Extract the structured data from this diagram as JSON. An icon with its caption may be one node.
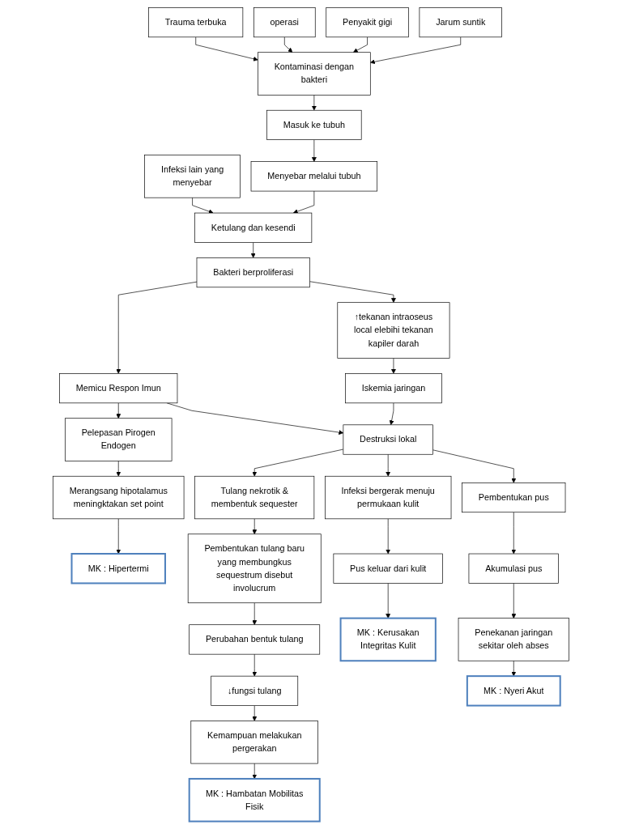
{
  "diagram": {
    "nodes": [
      {
        "text": [
          "Trauma terbuka"
        ]
      },
      {
        "text": [
          "operasi"
        ]
      },
      {
        "text": [
          "Penyakit gigi"
        ]
      },
      {
        "text": [
          "Jarum suntik"
        ]
      },
      {
        "text": [
          "Infeksi lain yang menyebar"
        ]
      },
      {
        "text": [
          "Kontaminasi dengan bakteri"
        ]
      },
      {
        "text": [
          "Pelepasan Pirogen Endogen"
        ]
      },
      {
        "text": [
          "Masuk ke tubuh"
        ]
      },
      {
        "text": [
          "Merangsang hipotalamus meningktakan set point"
        ]
      },
      {
        "text": [
          "Menyebar melalui tubuh"
        ]
      },
      {
        "text": [
          "MK : Hipertermi"
        ]
      },
      {
        "text": [
          "Ketulang dan kesendi"
        ]
      },
      {
        "text": [
          "↑tekanan intraoseus local elebihi tekanan kapiler darah"
        ]
      },
      {
        "text": [
          "Bakteri berproliferasi"
        ]
      },
      {
        "text": [
          "Memicu Respon Imun"
        ]
      },
      {
        "text": [
          "Iskemia jaringan"
        ]
      },
      {
        "text": [
          "Destruksi lokal"
        ]
      },
      {
        "text": [
          "Tulang nekrotik & membentuk sequester"
        ]
      },
      {
        "text": [
          "Infeksi bergerak menuju permukaan kulit"
        ]
      },
      {
        "text": [
          "Pembentukan pus"
        ]
      },
      {
        "text": [
          "Pembentukan tulang baru yang membungkus sequestrum disebut involucrum"
        ]
      },
      {
        "text": [
          "Pus keluar dari kulit"
        ]
      },
      {
        "text": [
          "Akumulasi pus"
        ]
      },
      {
        "text": [
          "Perubahan bentuk tulang"
        ]
      },
      {
        "text": [
          "MK : Kerusakan Integritas Kulit"
        ]
      },
      {
        "text": [
          "Penekanan jaringan sekitar oleh abses"
        ]
      },
      {
        "text": [
          "↓fungsi tulang"
        ]
      },
      {
        "text": [
          "MK : Nyeri Akut"
        ]
      },
      {
        "text": [
          "Kemampuan melakukan pergerakan"
        ]
      },
      {
        "text": [
          "MK : Hambatan Mobilitas Fisik"
        ]
      }
    ],
    "edges": [
      {
        "from": 0,
        "to": 5,
        "arrow": "to"
      },
      {
        "from": 1,
        "to": 5,
        "arrow": "to"
      },
      {
        "from": 2,
        "to": 5,
        "arrow": "to"
      },
      {
        "from": 3,
        "to": 5,
        "arrow": "to"
      },
      {
        "from": 4,
        "to": 11,
        "arrow": "to"
      },
      {
        "from": 5,
        "to": 7,
        "arrow": "to"
      },
      {
        "from": 7,
        "to": 9,
        "arrow": "to"
      },
      {
        "from": 9,
        "to": 11,
        "arrow": "to"
      },
      {
        "from": 11,
        "to": 13,
        "arrow": "to"
      },
      {
        "from": 13,
        "to": 12,
        "arrow": "to"
      },
      {
        "from": 13,
        "to": 14,
        "arrow": "to"
      },
      {
        "from": 14,
        "to": 6,
        "arrow": "to"
      },
      {
        "from": 6,
        "to": 8,
        "arrow": "to"
      },
      {
        "from": 8,
        "to": 10,
        "arrow": "to"
      },
      {
        "from": 12,
        "to": 15,
        "arrow": "to"
      },
      {
        "from": 14,
        "to": 16,
        "arrow": "to"
      },
      {
        "from": 15,
        "to": 16,
        "arrow": "to"
      },
      {
        "from": 16,
        "to": 18,
        "arrow": "to"
      },
      {
        "from": 16,
        "to": 19,
        "arrow": "to"
      },
      {
        "from": 16,
        "to": 17,
        "arrow": "to"
      },
      {
        "from": 17,
        "to": 20,
        "arrow": "to"
      },
      {
        "from": 20,
        "to": 23,
        "arrow": "to"
      },
      {
        "from": 23,
        "to": 26,
        "arrow": "to"
      },
      {
        "from": 26,
        "to": 28,
        "arrow": "to"
      },
      {
        "from": 28,
        "to": 29,
        "arrow": "to"
      },
      {
        "from": 18,
        "to": 21,
        "arrow": "to"
      },
      {
        "from": 21,
        "to": 24,
        "arrow": "to"
      },
      {
        "from": 19,
        "to": 22,
        "arrow": "to"
      },
      {
        "from": 22,
        "to": 25,
        "arrow": "to"
      },
      {
        "from": 25,
        "to": 27,
        "arrow": "to"
      }
    ]
  }
}
